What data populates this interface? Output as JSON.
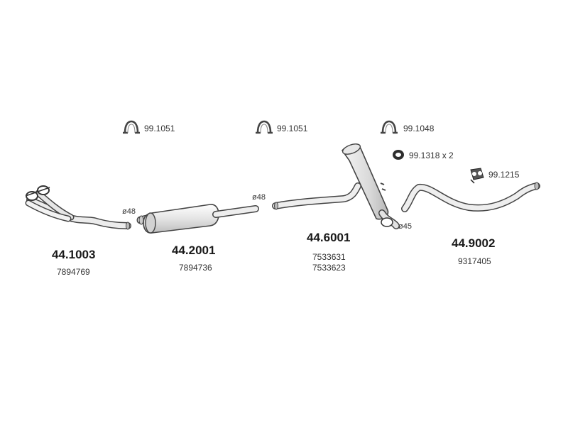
{
  "accessories": [
    {
      "code": "99.1051",
      "icon": "exhaust-clamp-icon"
    },
    {
      "code": "99.1051",
      "icon": "exhaust-clamp-icon"
    },
    {
      "code": "99.1048",
      "icon": "exhaust-clamp-icon"
    },
    {
      "code": "99.1318 x 2",
      "icon": "rubber-ring-hanger-icon"
    },
    {
      "code": "99.1215",
      "icon": "rubber-mount-icon"
    }
  ],
  "parts": [
    {
      "part_no": "44.1003",
      "oe_numbers": [
        "7894769"
      ],
      "diameter": "ø48"
    },
    {
      "part_no": "44.2001",
      "oe_numbers": [
        "7894736"
      ],
      "diameter": "ø48"
    },
    {
      "part_no": "44.6001",
      "oe_numbers": [
        "7533631",
        "7533623"
      ],
      "diameter": "ø45"
    },
    {
      "part_no": "44.9002",
      "oe_numbers": [
        "9317405"
      ]
    }
  ],
  "colors": {
    "line": "#444444",
    "fill_light": "#eeeeee",
    "fill_mid": "#d8d8d8"
  }
}
